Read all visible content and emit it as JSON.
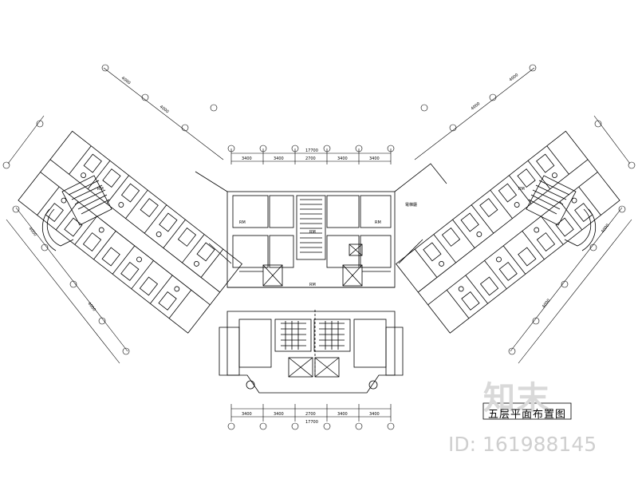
{
  "drawing": {
    "title": "五层平面布置图",
    "top_dims": [
      "3400",
      "3400",
      "2700",
      "3400",
      "3400"
    ],
    "top_total": "17700",
    "bottom_dims": [
      "3400",
      "3400",
      "2700",
      "3400",
      "3400"
    ],
    "bottom_total": "17700",
    "left_wing_dims": [
      "4000",
      "4000",
      "4000",
      "4000"
    ],
    "right_wing_dims": [
      "4000",
      "4000",
      "4000",
      "4000"
    ],
    "room_tags": [
      "RM",
      "RM",
      "RM",
      "RM",
      "RM",
      "RM"
    ],
    "lift_lobby_label": "電梯廳"
  },
  "watermark": {
    "logo_text": "知末",
    "id_text": "ID: 161988145"
  }
}
